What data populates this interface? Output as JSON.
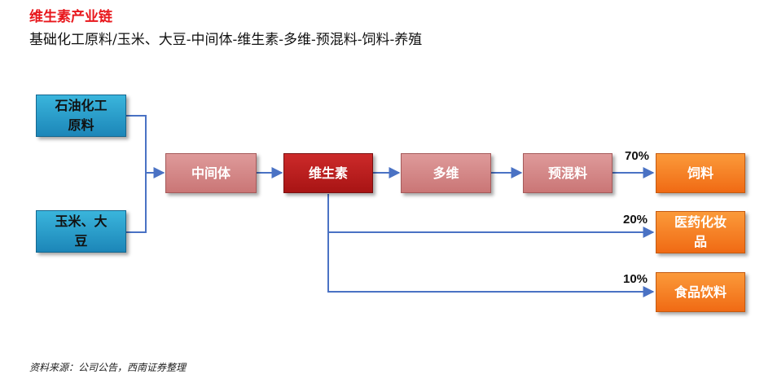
{
  "title": "维生素产业链",
  "subtitle": "基础化工原料/玉米、大豆-中间体-维生素-多维-预混料-饲料-养殖",
  "nodes": {
    "petrochem": "石油化工\n原料",
    "corn_soy": "玉米、大\n豆",
    "intermediate": "中间体",
    "vitamin": "维生素",
    "multivitamin": "多维",
    "premix": "预混料",
    "feed": "饲料",
    "pharma_cosmetics": "医药化妆\n品",
    "food_beverage": "食品饮料"
  },
  "shares": {
    "feed": "70%",
    "pharma_cosmetics": "20%",
    "food_beverage": "10%"
  },
  "source": "资料来源：公司公告，西南证券整理",
  "colors": {
    "title": "#e8171c",
    "raw_material_box": "#2aa0cf",
    "intermediate_box": "#d48888",
    "vitamin_box": "#b81e1e",
    "end_use_box": "#f5821f",
    "connector": "#4a72c4"
  }
}
